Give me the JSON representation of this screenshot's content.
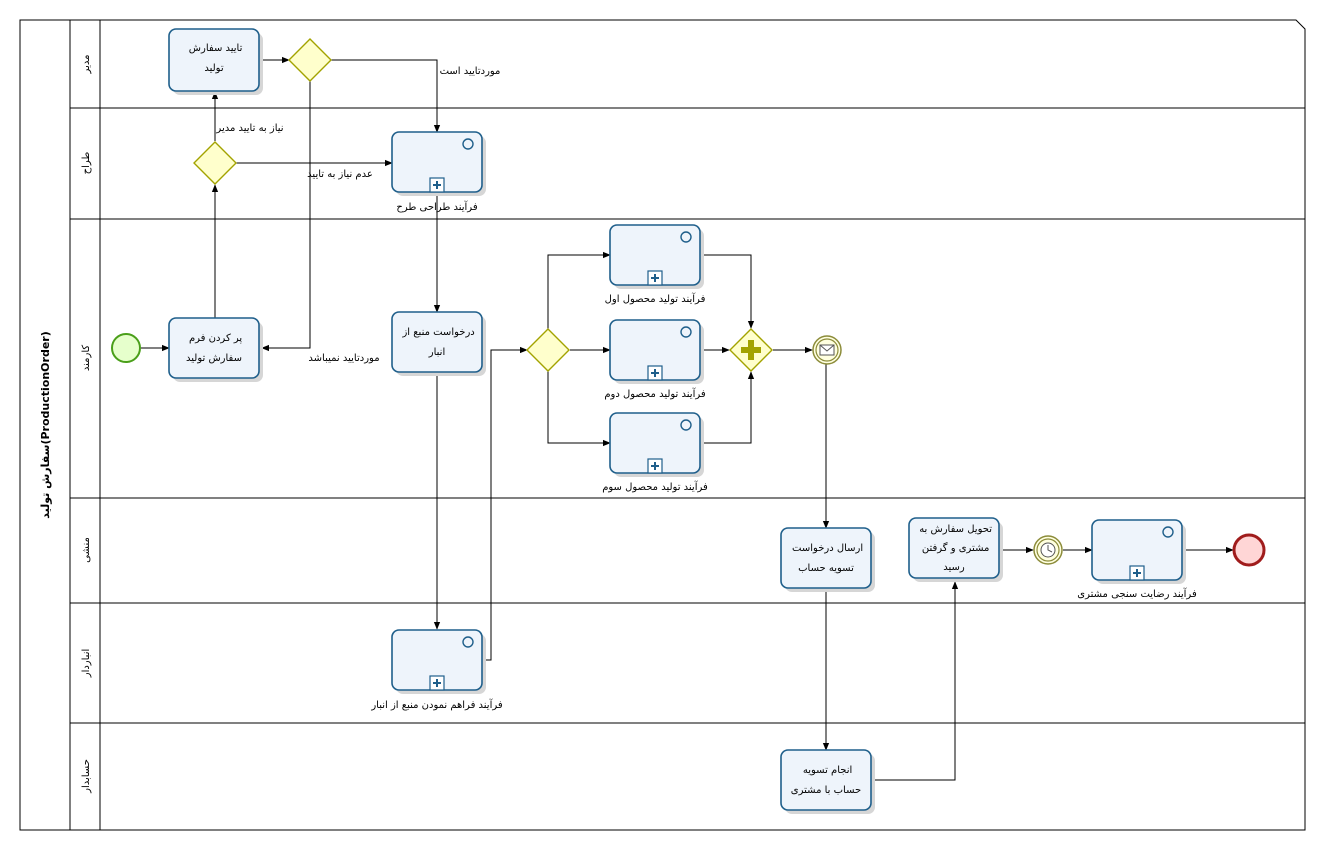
{
  "pool": {
    "name": "سفارش تولید(ProductionOrder)"
  },
  "lanes": [
    {
      "id": "manager",
      "name": "مدیر"
    },
    {
      "id": "designer",
      "name": "طراح"
    },
    {
      "id": "employee",
      "name": "کارمند"
    },
    {
      "id": "secretary",
      "name": "منشی"
    },
    {
      "id": "storekeeper",
      "name": "انباردار"
    },
    {
      "id": "accountant",
      "name": "حسابدار"
    }
  ],
  "tasks": {
    "approve_order": "تایید سفارش\nتولید",
    "fill_form": "پر کردن فرم\nسفارش تولید",
    "request_resource": "درخواست منبع از\nانبار",
    "send_settlement": "ارسال درخواست\nتسویه حساب",
    "deliver_order": "تحویل سفارش به\nمشتری و گرفتن\nرسید",
    "do_settlement": "انجام تسویه\nحساب با مشتری"
  },
  "subprocesses": {
    "design": "فرآیند طراحی طرح",
    "product1": "فرآیند تولید محصول اول",
    "product2": "فرآیند تولید محصول دوم",
    "product3": "فرآیند تولید محصول سوم",
    "provide_resource": "فرآیند فراهم نمودن منبع از انبار",
    "satisfaction": "فرآیند رضایت سنجی مشتری"
  },
  "flow_labels": {
    "approved": "موردتایید است",
    "needs_approval": "نیاز به تایید مدیر",
    "no_approval": "عدم نیاز به تایید",
    "not_approved": "موردتایید نمیباشد"
  },
  "colors": {
    "task_stroke": "#1f5f8b",
    "task_fill": "#eef4fb",
    "gateway_fill": "#ffffcc",
    "gateway_stroke": "#a3a300",
    "start_fill": "#e6ffcc",
    "start_stroke": "#4a9f1a",
    "end_fill": "#ffd6d6",
    "end_stroke": "#a01c1c",
    "intermediate_fill": "#ffffe0",
    "intermediate_stroke": "#8c8c3a"
  },
  "icons": {
    "start": "start-event-icon",
    "end": "end-event-icon",
    "message": "envelope-icon",
    "timer": "clock-icon",
    "subprocess": "plus-marker-icon",
    "loop": "circle-marker-icon",
    "parallel": "plus-icon"
  }
}
